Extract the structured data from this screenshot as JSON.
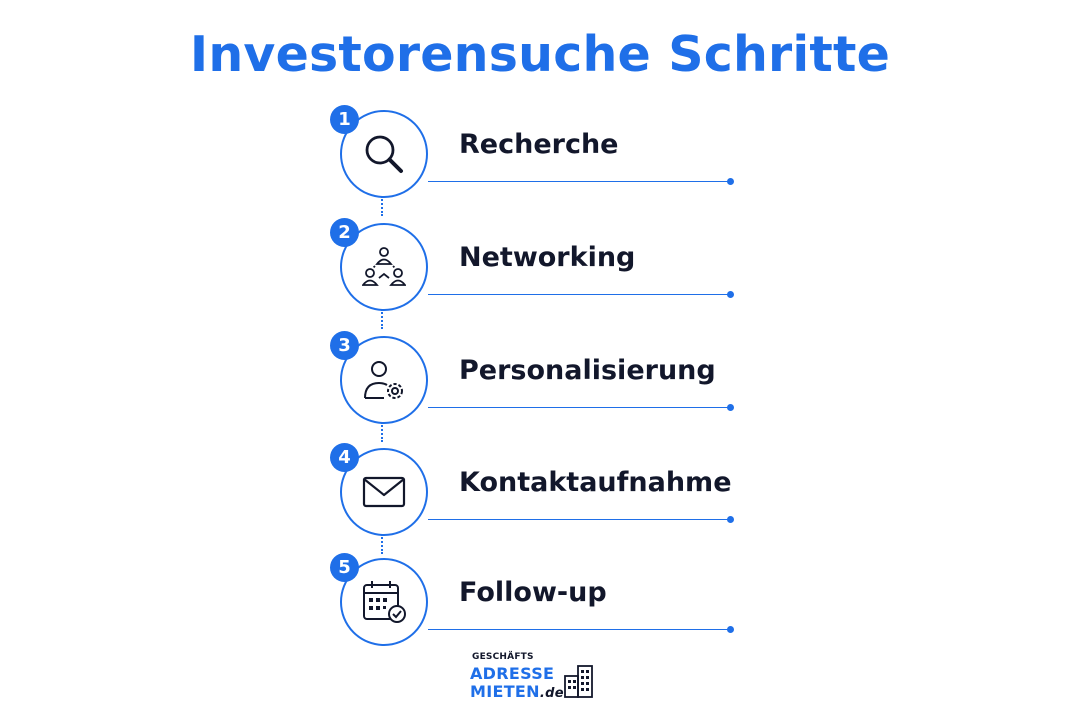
{
  "title": "Investorensuche Schritte",
  "accent_color": "#1f6fe8",
  "text_color": "#12172b",
  "steps": [
    {
      "number": "1",
      "label": "Recherche",
      "icon": "magnifier-icon"
    },
    {
      "number": "2",
      "label": "Networking",
      "icon": "network-people-icon"
    },
    {
      "number": "3",
      "label": "Personalisierung",
      "icon": "person-gear-icon"
    },
    {
      "number": "4",
      "label": "Kontaktaufnahme",
      "icon": "envelope-icon"
    },
    {
      "number": "5",
      "label": "Follow-up",
      "icon": "calendar-check-icon"
    }
  ],
  "logo": {
    "line1": "GESCHÄFTS",
    "line2": "ADRESSE",
    "line3": "MIETEN",
    "tld": ".de",
    "icon": "building-icon"
  }
}
